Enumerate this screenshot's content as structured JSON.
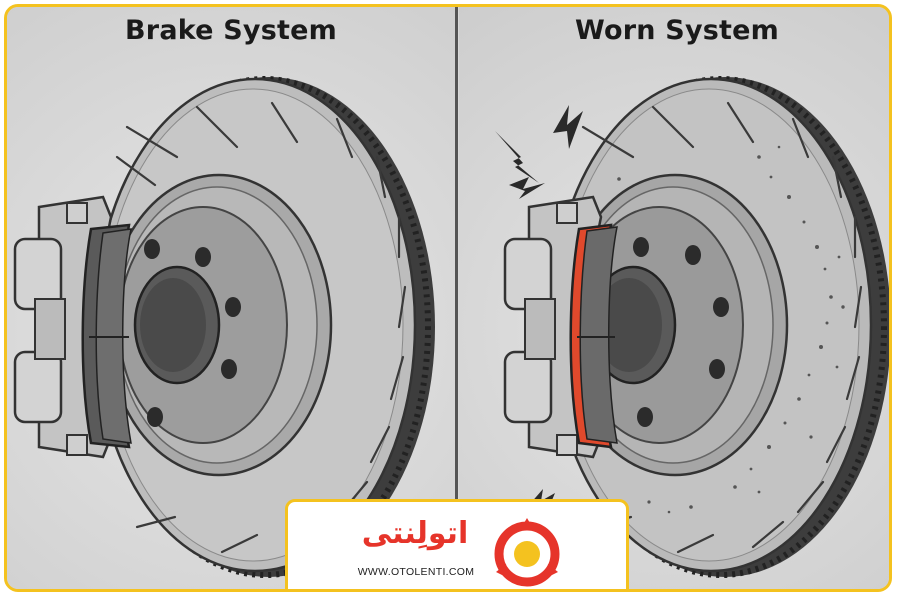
{
  "panels": {
    "left": {
      "title": "Brake System"
    },
    "right": {
      "title": "Worn System"
    }
  },
  "logo": {
    "name": "اتولِنتی",
    "url": "WWW.OTOLENTI.COM"
  },
  "colors": {
    "frame_accent": "#f4c21f",
    "logo_red": "#e6342a",
    "logo_yellow": "#f4c21f",
    "worn_pad_edge": "#e0492c"
  },
  "icons": [
    "brake-disc-icon",
    "caliper-icon",
    "brake-pad-icon",
    "spark-icon",
    "otolenti-logo-icon"
  ]
}
